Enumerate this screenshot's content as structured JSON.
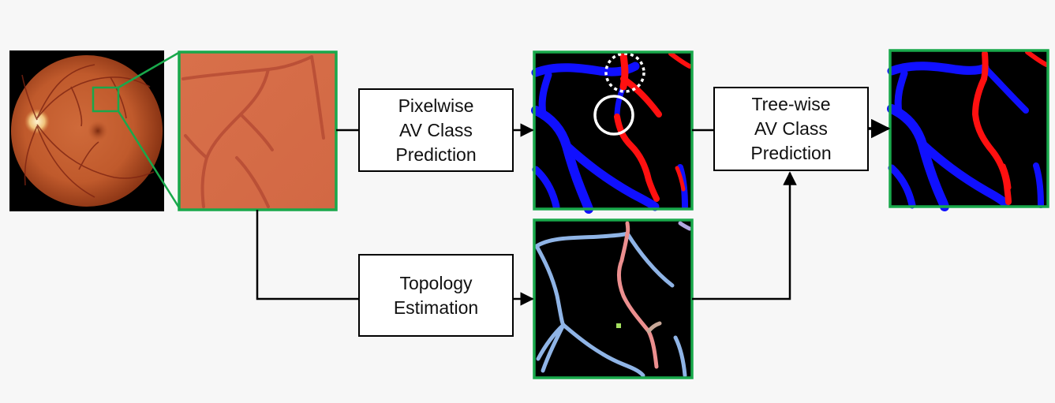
{
  "boxes": {
    "pixelwise": [
      "Pixelwise",
      "AV Class",
      "Prediction"
    ],
    "topology": [
      "Topology",
      "Estimation"
    ],
    "treewise": [
      "Tree-wise",
      "AV Class",
      "Prediction"
    ]
  },
  "colors": {
    "background": "#f7f7f7",
    "frame_green": "#19a84b",
    "artery_red": "#ff1010",
    "vein_blue": "#1010ff",
    "topology_blue": "#8fb4e6",
    "topology_pink": "#ec8f8f",
    "retina_orange": "#d86a44"
  }
}
